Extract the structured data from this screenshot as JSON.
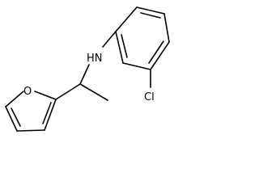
{
  "molecule": {
    "atoms": {
      "nh": "HN",
      "cl": "Cl",
      "o": "O"
    }
  }
}
